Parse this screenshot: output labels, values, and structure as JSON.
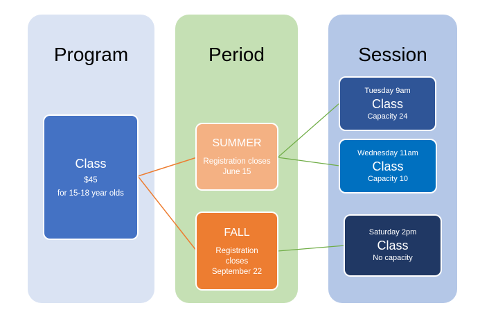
{
  "columns": [
    {
      "title": "Program",
      "color": "#dae3f3"
    },
    {
      "title": "Period",
      "color": "#c5e0b4"
    },
    {
      "title": "Session",
      "color": "#b4c7e7"
    }
  ],
  "program": {
    "title": "Class",
    "price": "$45",
    "audience": "for 15-18 year olds",
    "color": "#4472c4"
  },
  "periods": [
    {
      "title": "SUMMER",
      "line1": "Registration closes",
      "line2": "June 15",
      "line3": "",
      "color": "#f4b183"
    },
    {
      "title": "FALL",
      "line1": "Registration",
      "line2": "closes",
      "line3": "September 22",
      "color": "#ed7d31"
    }
  ],
  "sessions": [
    {
      "time": "Tuesday 9am",
      "title": "Class",
      "capacity": "Capacity 24",
      "color": "#2f5597"
    },
    {
      "time": "Wednesday 11am",
      "title": "Class",
      "capacity": "Capacity 10",
      "color": "#0070c0"
    },
    {
      "time": "Saturday 2pm",
      "title": "Class",
      "capacity": "No capacity",
      "color": "#203864"
    }
  ],
  "connector_colors": {
    "program_to_period": "#ed7d31",
    "period_to_session": "#70ad47"
  }
}
